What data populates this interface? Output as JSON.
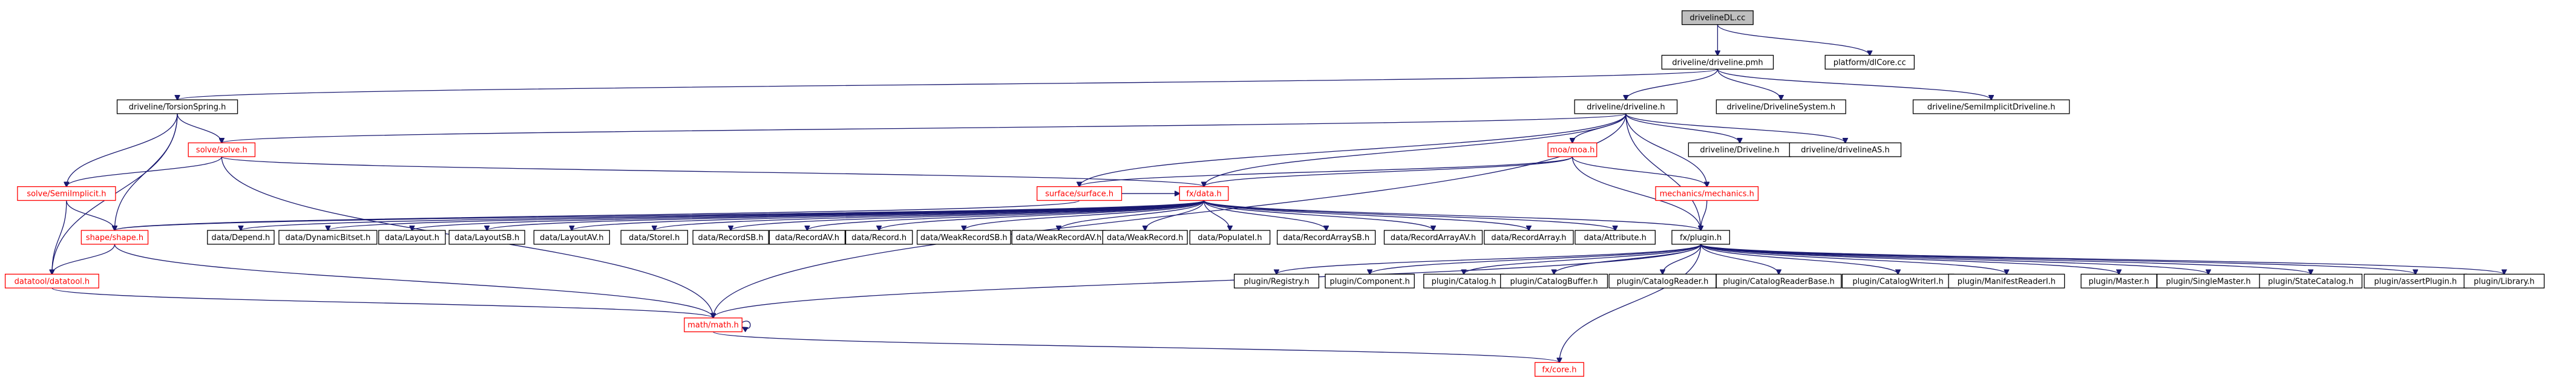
{
  "diagram": {
    "nodes": [
      {
        "id": "root",
        "label": "drivelineDL.cc",
        "root": true
      },
      {
        "id": "dpmh",
        "label": "driveline/driveline.pmh"
      },
      {
        "id": "platform",
        "label": "platform/dlCore.cc"
      },
      {
        "id": "torsion",
        "label": "driveline/TorsionSpring.h"
      },
      {
        "id": "dh",
        "label": "driveline/driveline.h"
      },
      {
        "id": "dsys",
        "label": "driveline/DrivelineSystem.h"
      },
      {
        "id": "dsemi",
        "label": "driveline/SemiImplicitDriveline.h"
      },
      {
        "id": "solve",
        "label": "solve/solve.h",
        "red": true
      },
      {
        "id": "solvesemi",
        "label": "solve/SemiImplicit.h",
        "red": true
      },
      {
        "id": "shape",
        "label": "shape/shape.h",
        "red": true
      },
      {
        "id": "datatool",
        "label": "datatool/datatool.h",
        "red": true
      },
      {
        "id": "mathh",
        "label": "math/math.h",
        "red": true
      },
      {
        "id": "fxcore",
        "label": "fx/core.h",
        "red": true
      },
      {
        "id": "moa",
        "label": "moa/moa.h",
        "red": true
      },
      {
        "id": "ddriveline",
        "label": "driveline/Driveline.h"
      },
      {
        "id": "das",
        "label": "driveline/drivelineAS.h"
      },
      {
        "id": "mech",
        "label": "mechanics/mechanics.h",
        "red": true
      },
      {
        "id": "surface",
        "label": "surface/surface.h",
        "red": true
      },
      {
        "id": "fxdata",
        "label": "fx/data.h",
        "red": true
      },
      {
        "id": "fxplugin",
        "label": "fx/plugin.h"
      },
      {
        "id": "d_depend",
        "label": "data/Depend.h"
      },
      {
        "id": "d_dynbit",
        "label": "data/DynamicBitset.h"
      },
      {
        "id": "d_layout",
        "label": "data/Layout.h"
      },
      {
        "id": "d_layoutsb",
        "label": "data/LayoutSB.h"
      },
      {
        "id": "d_layoutav",
        "label": "data/LayoutAV.h"
      },
      {
        "id": "d_storei",
        "label": "data/StoreI.h"
      },
      {
        "id": "d_recsb",
        "label": "data/RecordSB.h"
      },
      {
        "id": "d_recav",
        "label": "data/RecordAV.h"
      },
      {
        "id": "d_rec",
        "label": "data/Record.h"
      },
      {
        "id": "d_weaksb",
        "label": "data/WeakRecordSB.h"
      },
      {
        "id": "d_weakav",
        "label": "data/WeakRecordAV.h"
      },
      {
        "id": "d_weak",
        "label": "data/WeakRecord.h"
      },
      {
        "id": "d_populate",
        "label": "data/PopulateI.h"
      },
      {
        "id": "d_recarrsb",
        "label": "data/RecordArraySB.h"
      },
      {
        "id": "d_recarrav",
        "label": "data/RecordArrayAV.h"
      },
      {
        "id": "d_recarr",
        "label": "data/RecordArray.h"
      },
      {
        "id": "d_attr",
        "label": "data/Attribute.h"
      },
      {
        "id": "p_registry",
        "label": "plugin/Registry.h"
      },
      {
        "id": "p_component",
        "label": "plugin/Component.h"
      },
      {
        "id": "p_catalog",
        "label": "plugin/Catalog.h"
      },
      {
        "id": "p_catbuf",
        "label": "plugin/CatalogBuffer.h"
      },
      {
        "id": "p_catreader",
        "label": "plugin/CatalogReader.h"
      },
      {
        "id": "p_catreaderbase",
        "label": "plugin/CatalogReaderBase.h"
      },
      {
        "id": "p_catwriter",
        "label": "plugin/CatalogWriterI.h"
      },
      {
        "id": "p_manifest",
        "label": "plugin/ManifestReaderI.h"
      },
      {
        "id": "p_master",
        "label": "plugin/Master.h"
      },
      {
        "id": "p_singlemaster",
        "label": "plugin/SingleMaster.h"
      },
      {
        "id": "p_statecat",
        "label": "plugin/StateCatalog.h"
      },
      {
        "id": "p_assert",
        "label": "plugin/assertPlugin.h"
      },
      {
        "id": "p_library",
        "label": "plugin/Library.h"
      }
    ],
    "edges": [
      [
        "root",
        "dpmh"
      ],
      [
        "root",
        "platform"
      ],
      [
        "dpmh",
        "torsion"
      ],
      [
        "dpmh",
        "dh"
      ],
      [
        "dpmh",
        "dsys"
      ],
      [
        "dpmh",
        "dsemi"
      ],
      [
        "torsion",
        "solve"
      ],
      [
        "torsion",
        "solvesemi"
      ],
      [
        "torsion",
        "shape"
      ],
      [
        "torsion",
        "datatool"
      ],
      [
        "dh",
        "solve"
      ],
      [
        "dh",
        "moa"
      ],
      [
        "dh",
        "ddriveline"
      ],
      [
        "dh",
        "das"
      ],
      [
        "dh",
        "mech"
      ],
      [
        "dh",
        "surface"
      ],
      [
        "dh",
        "fxdata"
      ],
      [
        "dh",
        "fxplugin"
      ],
      [
        "dh",
        "mathh"
      ],
      [
        "solve",
        "solvesemi"
      ],
      [
        "solve",
        "fxdata"
      ],
      [
        "solve",
        "mathh"
      ],
      [
        "solvesemi",
        "shape"
      ],
      [
        "solvesemi",
        "datatool"
      ],
      [
        "shape",
        "datatool"
      ],
      [
        "shape",
        "mathh"
      ],
      [
        "datatool",
        "mathh"
      ],
      [
        "moa",
        "surface"
      ],
      [
        "moa",
        "fxdata"
      ],
      [
        "moa",
        "mech"
      ],
      [
        "moa",
        "fxplugin"
      ],
      [
        "surface",
        "fxdata"
      ],
      [
        "surface",
        "shape"
      ],
      [
        "mech",
        "fxplugin"
      ],
      [
        "fxdata",
        "d_depend"
      ],
      [
        "fxdata",
        "d_dynbit"
      ],
      [
        "fxdata",
        "d_layout"
      ],
      [
        "fxdata",
        "d_layoutsb"
      ],
      [
        "fxdata",
        "d_layoutav"
      ],
      [
        "fxdata",
        "d_storei"
      ],
      [
        "fxdata",
        "d_recsb"
      ],
      [
        "fxdata",
        "d_recav"
      ],
      [
        "fxdata",
        "d_rec"
      ],
      [
        "fxdata",
        "d_weaksb"
      ],
      [
        "fxdata",
        "d_weakav"
      ],
      [
        "fxdata",
        "d_weak"
      ],
      [
        "fxdata",
        "d_populate"
      ],
      [
        "fxdata",
        "d_recarrsb"
      ],
      [
        "fxdata",
        "d_recarrav"
      ],
      [
        "fxdata",
        "d_recarr"
      ],
      [
        "fxdata",
        "d_attr"
      ],
      [
        "fxdata",
        "fxplugin"
      ],
      [
        "fxdata",
        "shape"
      ],
      [
        "fxplugin",
        "p_registry"
      ],
      [
        "fxplugin",
        "p_component"
      ],
      [
        "fxplugin",
        "p_catalog"
      ],
      [
        "fxplugin",
        "p_catbuf"
      ],
      [
        "fxplugin",
        "p_catreader"
      ],
      [
        "fxplugin",
        "p_catreaderbase"
      ],
      [
        "fxplugin",
        "p_catwriter"
      ],
      [
        "fxplugin",
        "p_manifest"
      ],
      [
        "fxplugin",
        "p_master"
      ],
      [
        "fxplugin",
        "p_singlemaster"
      ],
      [
        "fxplugin",
        "p_statecat"
      ],
      [
        "fxplugin",
        "p_assert"
      ],
      [
        "fxplugin",
        "p_library"
      ],
      [
        "fxplugin",
        "mathh"
      ],
      [
        "fxplugin",
        "fxcore"
      ],
      [
        "mathh",
        "fxcore"
      ],
      [
        "mathh",
        "mathh"
      ]
    ]
  }
}
